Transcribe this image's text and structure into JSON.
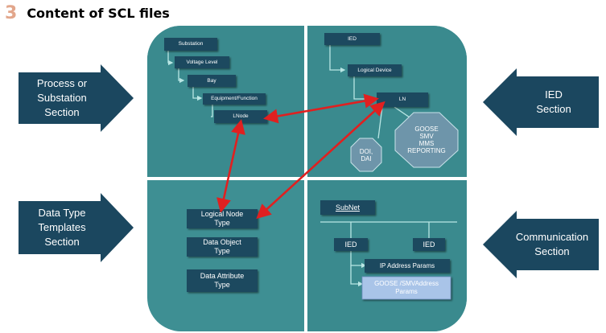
{
  "heading": {
    "number": "3",
    "title": "Content of SCL files"
  },
  "side_arrows": {
    "process": "Process or\nSubstation\nSection",
    "ied": "IED\nSection",
    "datatype": "Data Type\nTemplates\nSection",
    "communication": "Communication\nSection"
  },
  "substation_section": {
    "substation": "Substation",
    "voltage_level": "Voltage Level",
    "bay": "Bay",
    "equipment_function": "Equipment/Function",
    "lnode": "LNode"
  },
  "ied_section": {
    "ied": "IED",
    "logical_device": "Logical Device",
    "ln": "LN",
    "doi_dai": "DOI,\nDAI",
    "goose_etc": "GOOSE\nSMV\nMMS\nREPORTING"
  },
  "templates_section": {
    "logical_node_type": "Logical Node\nType",
    "data_object_type": "Data Object\nType",
    "data_attribute_type": "Data Attribute\nType"
  },
  "communication_section": {
    "subnet": "SubNet",
    "ied_left": "IED",
    "ied_right": "IED",
    "ip_params": "IP Address Params",
    "goose_params": "GOOSE /SMVAddress\nParams"
  },
  "colors": {
    "panel": "#3e8f93",
    "box": "#1c4a5e",
    "side_arrow": "#1b475f",
    "octagon": "#6e95aa",
    "link_arrow": "#e02020",
    "connector": "#b9e6e4",
    "heading_number": "#e2a68b",
    "goose_box": "#a9c4e8"
  }
}
